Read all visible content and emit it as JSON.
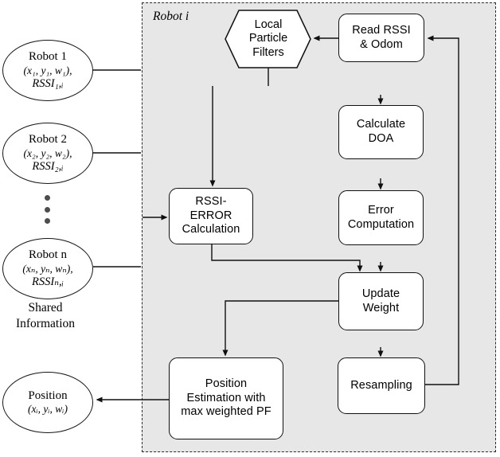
{
  "panel": {
    "label": "Robot i"
  },
  "shared_robots": [
    {
      "title": "Robot 1",
      "state": "(x₁, y₁, w₁),",
      "rssi": "RSSI₁,ᵢ"
    },
    {
      "title": "Robot 2",
      "state": "(x₂, y₂, w₂),",
      "rssi": "RSSI₂,ᵢ"
    },
    {
      "title": "Robot n",
      "state": "(xₙ, yₙ, wₙ),",
      "rssi": "RSSIₙ,ᵢ"
    }
  ],
  "shared_label": "Shared\nInformation",
  "output_node": {
    "title": "Position",
    "state": "(xᵢ, yᵢ, wᵢ)"
  },
  "process_nodes": {
    "local_particle_filters": "Local\nParticle\nFilters",
    "read_rssi_odom": "Read RSSI\n& Odom",
    "calculate_doa": "Calculate\nDOA",
    "error_computation": "Error\nComputation",
    "update_weight": "Update\nWeight",
    "resampling": "Resampling",
    "rssi_error_calculation": "RSSI-\nERROR\nCalculation",
    "position_estimation": "Position\nEstimation with\nmax weighted PF"
  },
  "colors": {
    "panel_bg": "#e7e7e7",
    "node_bg": "#ffffff",
    "line": "#101010"
  }
}
